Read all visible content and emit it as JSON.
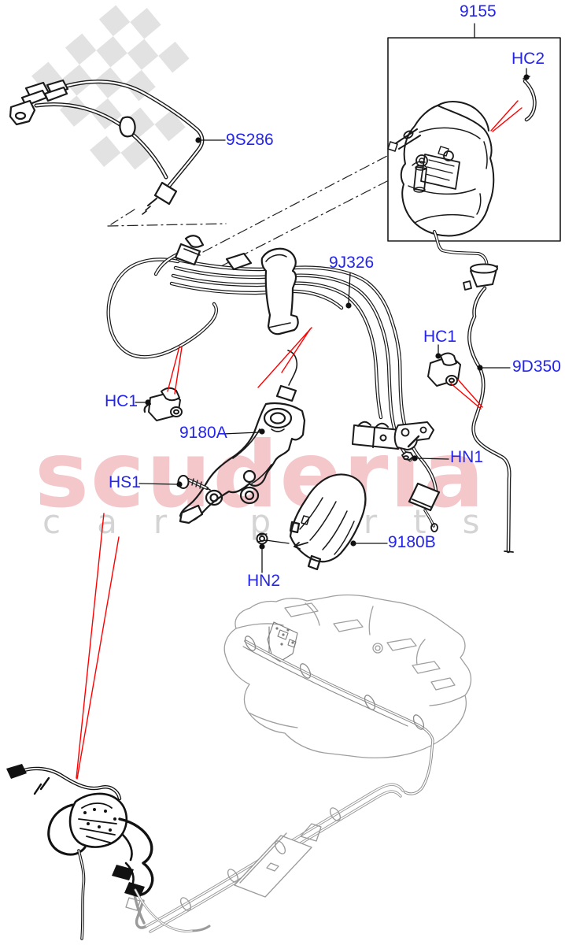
{
  "callouts": {
    "c9155": {
      "label": "9155"
    },
    "hc2": {
      "label": "HC2"
    },
    "c9s286": {
      "label": "9S286"
    },
    "c9j326": {
      "label": "9J326"
    },
    "hc1_left": {
      "label": "HC1"
    },
    "hc1_right": {
      "label": "HC1"
    },
    "c9d350": {
      "label": "9D350"
    },
    "c9180a": {
      "label": "9180A"
    },
    "hs1": {
      "label": "HS1"
    },
    "hn1": {
      "label": "HN1"
    },
    "c9180b": {
      "label": "9180B"
    },
    "hn2": {
      "label": "HN2"
    }
  },
  "watermark": {
    "brand": "scuderia",
    "tagline": "car parts"
  },
  "colors": {
    "callout_blue": "#2424ea",
    "arrow_red": "#ff0000",
    "line_art_black": "#1a1a1a",
    "ghost_gray": "#9a9a9a",
    "watermark_red": "#de5460",
    "watermark_gray": "#cfcfcf",
    "checker_gray": "#e2e2e2"
  }
}
